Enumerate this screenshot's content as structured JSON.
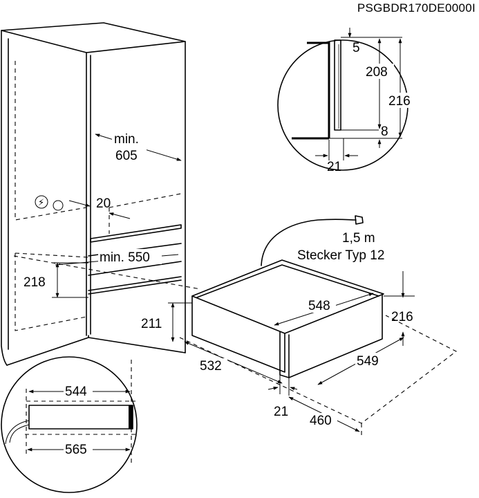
{
  "document_code": "PSGBDR170DE0000I",
  "icons": {
    "hazard_glyph": "⚡",
    "hazard_icon": "electrical-hazard-icon",
    "socket_icon": "socket-icon",
    "plug_icon": "plug-icon"
  },
  "dimensions": {
    "depth_prefix": "min.",
    "depth": "605",
    "gap": "20",
    "niche_width": "min. 550",
    "niche_height": "218",
    "drawer_width": "548",
    "drawer_height": "216",
    "niche_min_height": "211",
    "drawer_depth": "532",
    "front_width": "549",
    "front_thickness": "21",
    "clearance": "460"
  },
  "drawer": {
    "cable_length": "1,5 m",
    "plug_type": "Stecker Typ 12"
  },
  "detail_top": {
    "offset_top": "5",
    "front_height": "208",
    "total_height": "216",
    "offset_bottom": "8",
    "depth": "21"
  },
  "detail_bottom": {
    "inner_width": "544",
    "outer_width": "565"
  }
}
